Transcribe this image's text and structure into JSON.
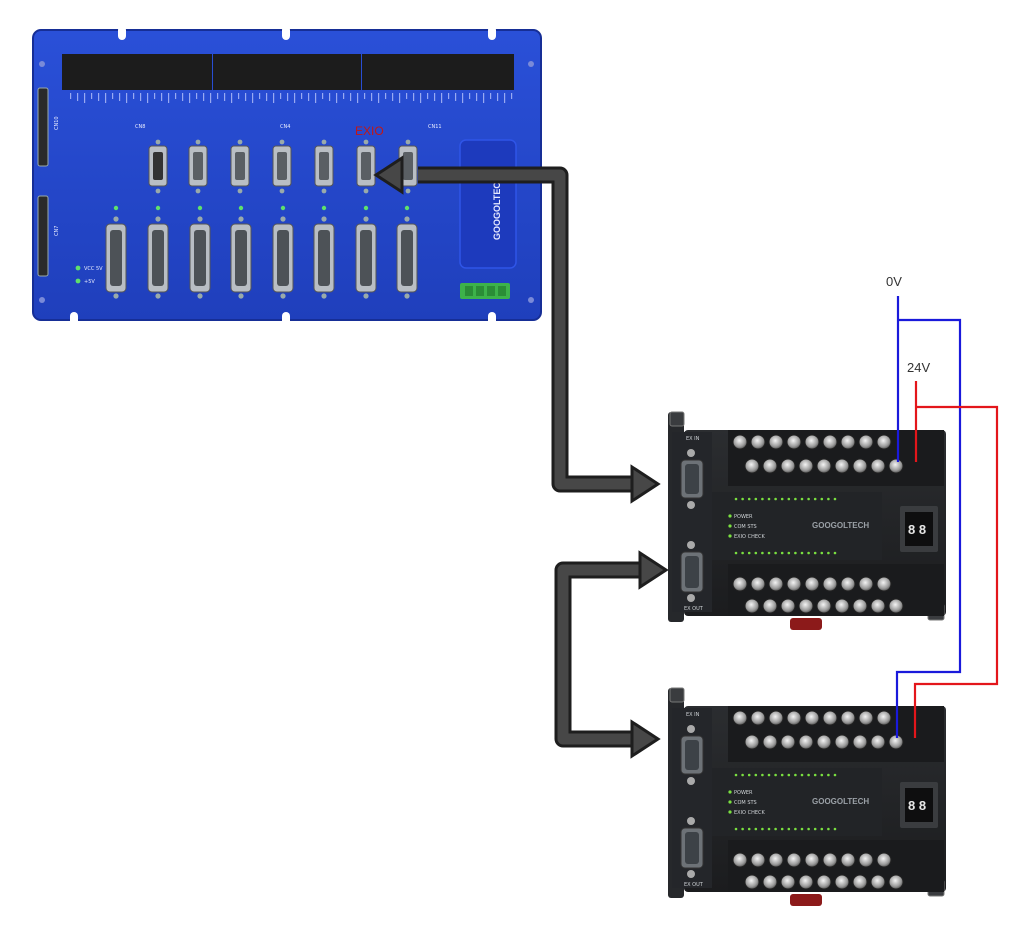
{
  "controller": {
    "port_label": "EXIO",
    "brand": "GOOGOLTECH",
    "status_leds": [
      "VCC 5V",
      "+5V"
    ],
    "bank_labels": [
      "CN8",
      "CN4",
      "CN11"
    ],
    "side_labels": [
      "CN10",
      "CN7"
    ]
  },
  "wiring": {
    "zero_volt_label": "0V",
    "twenty_four_volt_label": "24V",
    "colors": {
      "zero_volt": "#1a1adb",
      "twenty_four_volt": "#e3161b",
      "cable": "#444444"
    }
  },
  "modules": [
    {
      "brand": "GOOGOLTECH",
      "port_in": "EX IN",
      "port_out": "EX OUT",
      "display": "8 8",
      "status_leds": [
        "POWER",
        "COM STS",
        "EXIO CHECK"
      ]
    },
    {
      "brand": "GOOGOLTECH",
      "port_in": "EX IN",
      "port_out": "EX OUT",
      "display": "8 8",
      "status_leds": [
        "POWER",
        "COM STS",
        "EXIO CHECK"
      ]
    }
  ]
}
